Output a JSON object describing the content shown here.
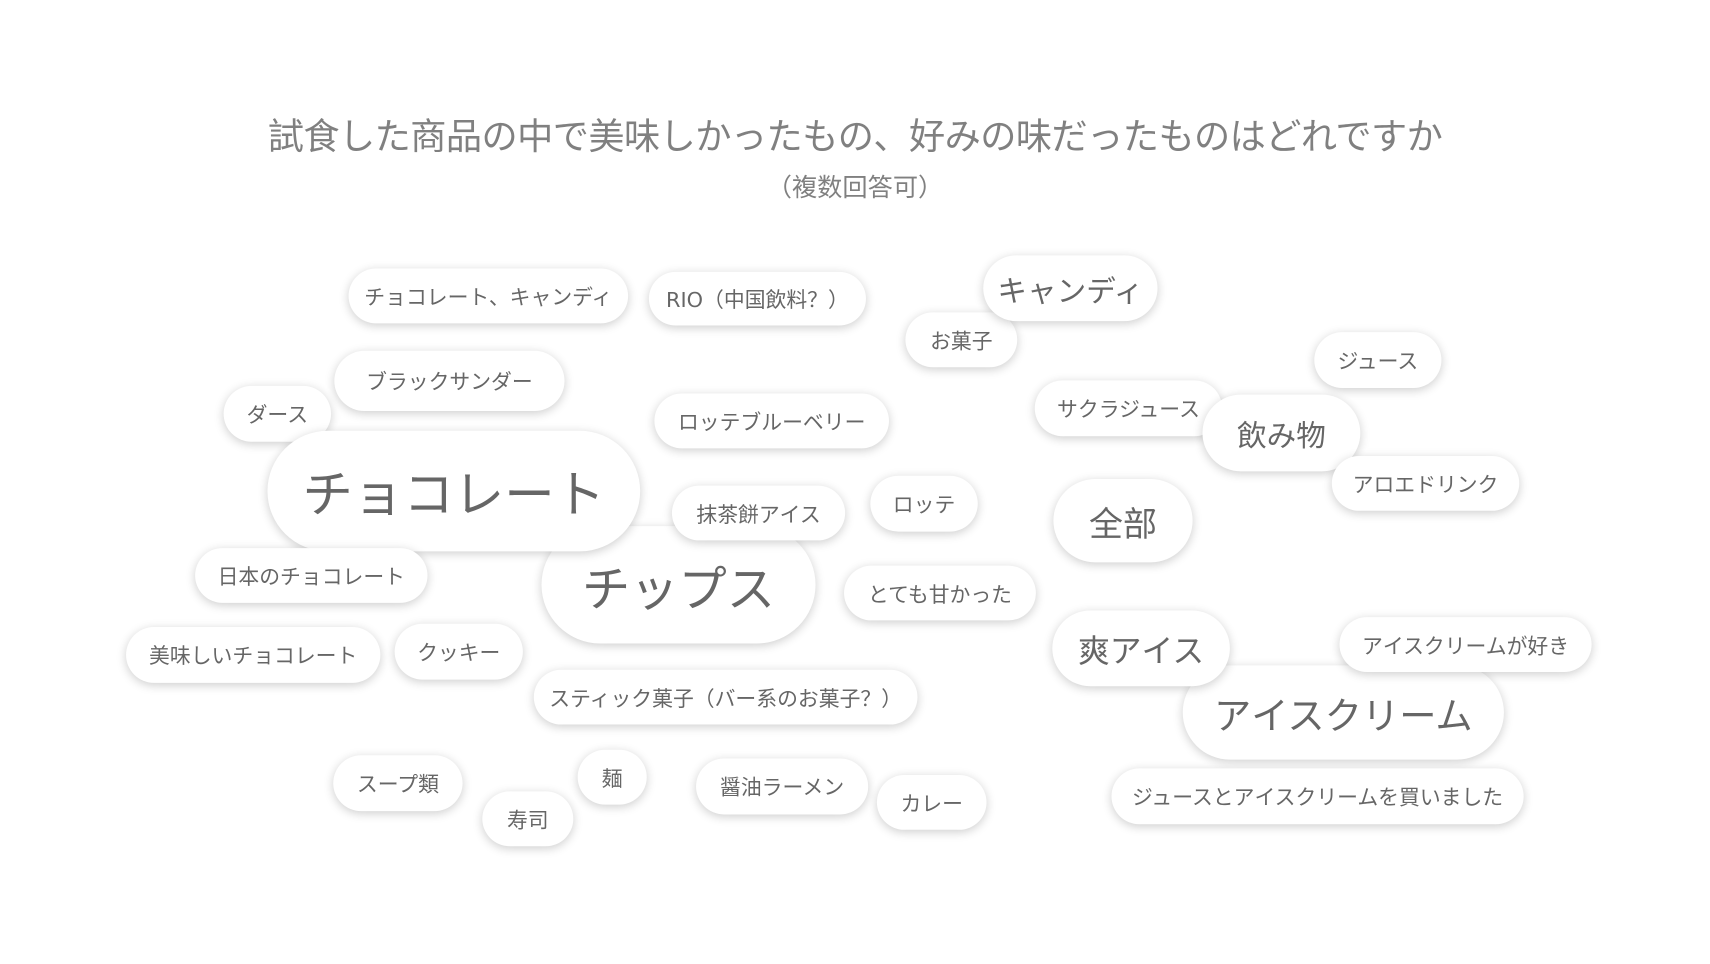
{
  "title": "試食した商品の中で美味しかったもの、好みの味だったものはどれですか",
  "subtitle": "（複数回答可）",
  "bubbles": [
    "チョコレート、キャンディ",
    "RIO（中国飲料？）",
    "お菓子",
    "キャンディ",
    "ブラックサンダー",
    "ダース",
    "ロッテブルーベリー",
    "ジュース",
    "サクラジュース",
    "飲み物",
    "アロエドリンク",
    "チップス",
    "チョコレート",
    "抹茶餅アイス",
    "ロッテ",
    "全部",
    "日本のチョコレート",
    "とても甘かった",
    "美味しいチョコレート",
    "クッキー",
    "スティック菓子（バー系のお菓子？）",
    "アイスクリーム",
    "爽アイス",
    "アイスクリームが好き",
    "ジュースとアイスクリームを買いました",
    "スープ類",
    "麺",
    "寿司",
    "醤油ラーメン",
    "カレー"
  ]
}
